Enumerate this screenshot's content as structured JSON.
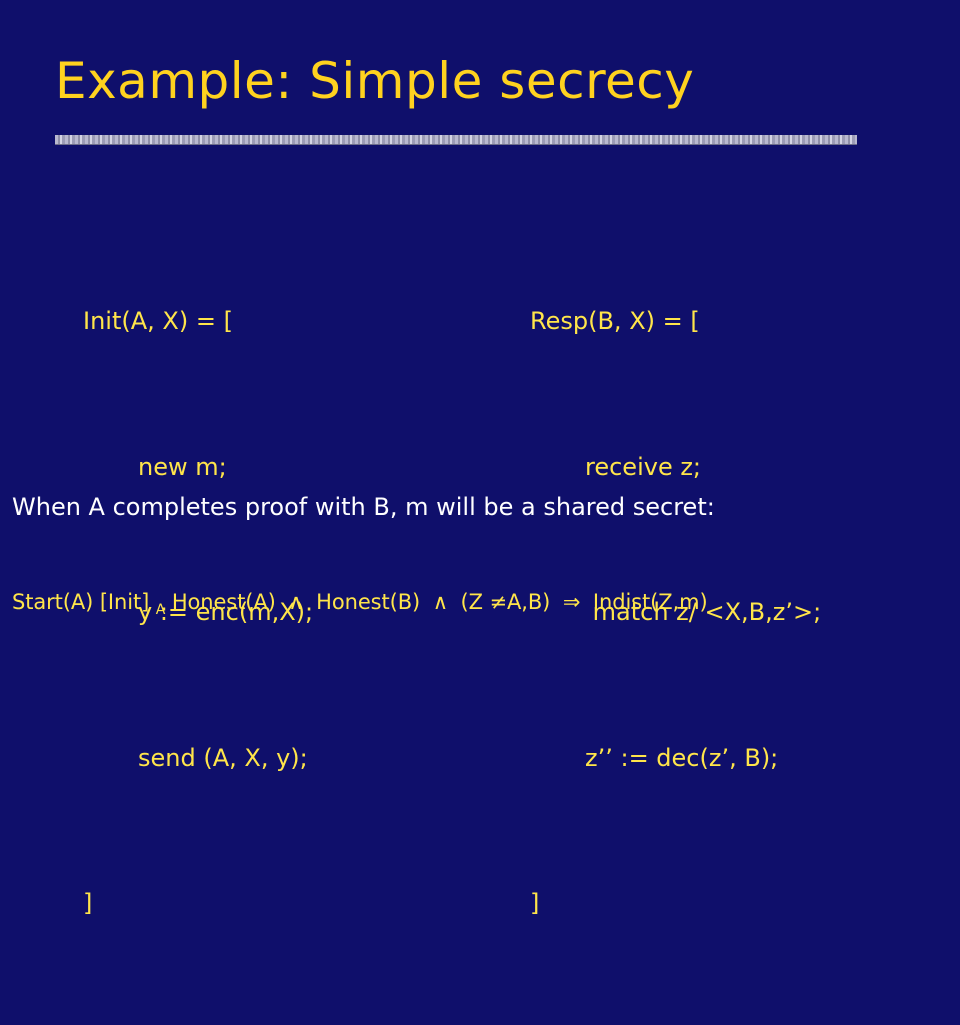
{
  "slide": {
    "title": "Example: Simple secrecy",
    "init_block": {
      "lines": [
        "Init(A, X) = [",
        "new m;",
        "y := enc(m,X);",
        "send (A, X, y);",
        "]"
      ]
    },
    "resp_block": {
      "lines": [
        "Resp(B, X) = [",
        "receive z;",
        " match z/ <X,B,z’>;",
        "z’’ := dec(z’, B);",
        "]"
      ]
    },
    "statement": "When A completes proof with B, m will be a shared secret:",
    "formula": {
      "start": "Start(A) [Init]",
      "subscript": "A",
      "honest_a": "Honest(A)",
      "and_1": "∧",
      "honest_b": "Honest(B)",
      "and_2": "∧",
      "condition": "(Z ≠A,B)",
      "implies": "⇒",
      "conclusion": "Indist(Z,m)"
    },
    "colors": {
      "background": "#0f0f6b",
      "title": "#ffd21f",
      "code": "#ffe54a",
      "statement": "#ffffff"
    }
  }
}
